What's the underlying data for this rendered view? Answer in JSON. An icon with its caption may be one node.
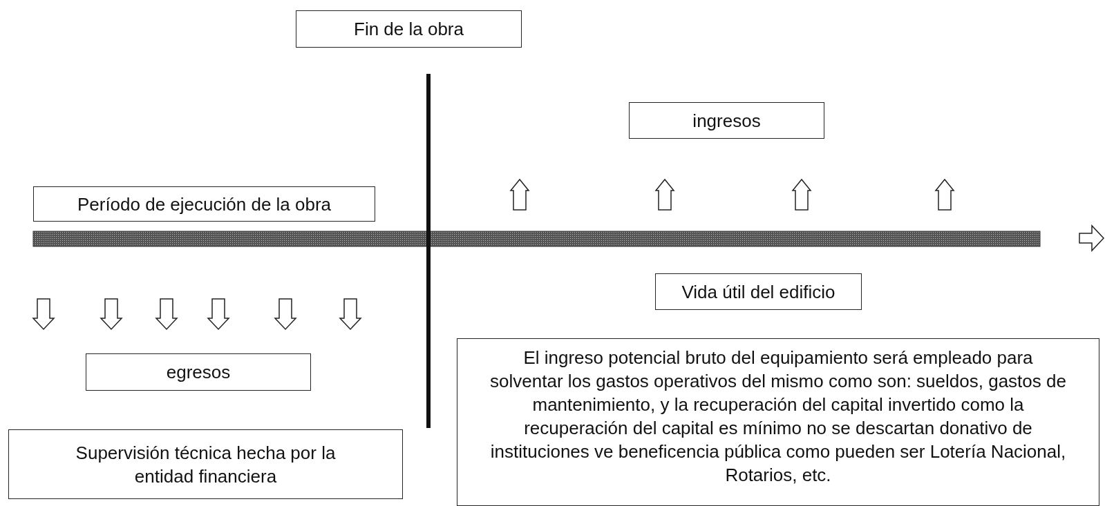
{
  "diagram": {
    "nodes": [
      {
        "text": [
          "Fin de la obra"
        ]
      },
      {
        "text": [
          "ingresos"
        ]
      },
      {
        "text": [
          "Período de ejecución de la obra"
        ]
      },
      {
        "text": [
          "Vida útil del edificio"
        ]
      },
      {
        "text": [
          "egresos"
        ]
      },
      {
        "text": [
          "El ingreso potencial bruto del equipamiento será empleado para solventar los gastos operativos del mismo como son: sueldos, gastos de mantenimiento, y la recuperación del capital invertido como la recuperación del capital es mínimo no se descartan donativo de instituciones ve beneficencia pública como pueden ser Lotería Nacional, Rotarios, etc."
        ]
      },
      {
        "text": [
          "Supervisión técnica hecha por la entidad financiera"
        ]
      },
      {
        "text": [],
        "shape": "bar"
      }
    ]
  }
}
